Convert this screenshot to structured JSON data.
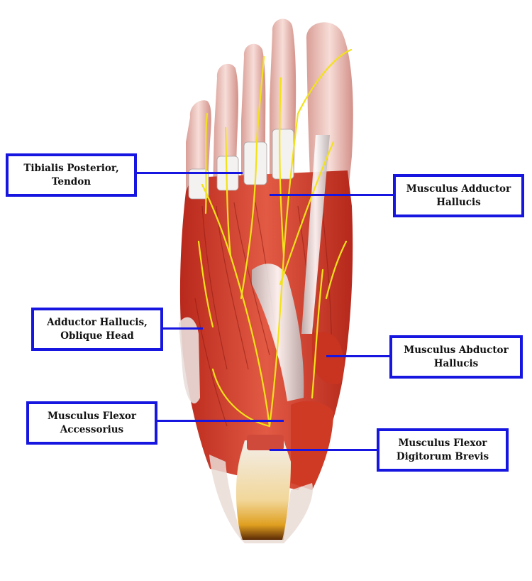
{
  "labels": {
    "tibialis_posterior": {
      "line1": "Tibialis Posterior,",
      "line2": "Tendon"
    },
    "adductor_hallucis_oblique": {
      "line1": "Adductor Hallucis,",
      "line2": "Oblique Head"
    },
    "flexor_accessorius": {
      "line1": "Musculus Flexor",
      "line2": "Accessorius"
    },
    "adductor_hallucis": {
      "line1": "Musculus Adductor",
      "line2": "Hallucis"
    },
    "abductor_hallucis": {
      "line1": "Musculus Abductor",
      "line2": "Hallucis"
    },
    "flexor_digitorum_brevis": {
      "line1": "Musculus Flexor",
      "line2": "Digitorum Brevis"
    }
  },
  "colors": {
    "box_border": "#1616e0",
    "leader_line": "#1616e0",
    "muscle": "#d8412e",
    "nerve": "#f2e21a",
    "tendon": "#e8e4e4",
    "bone": "#f0c9c4"
  }
}
